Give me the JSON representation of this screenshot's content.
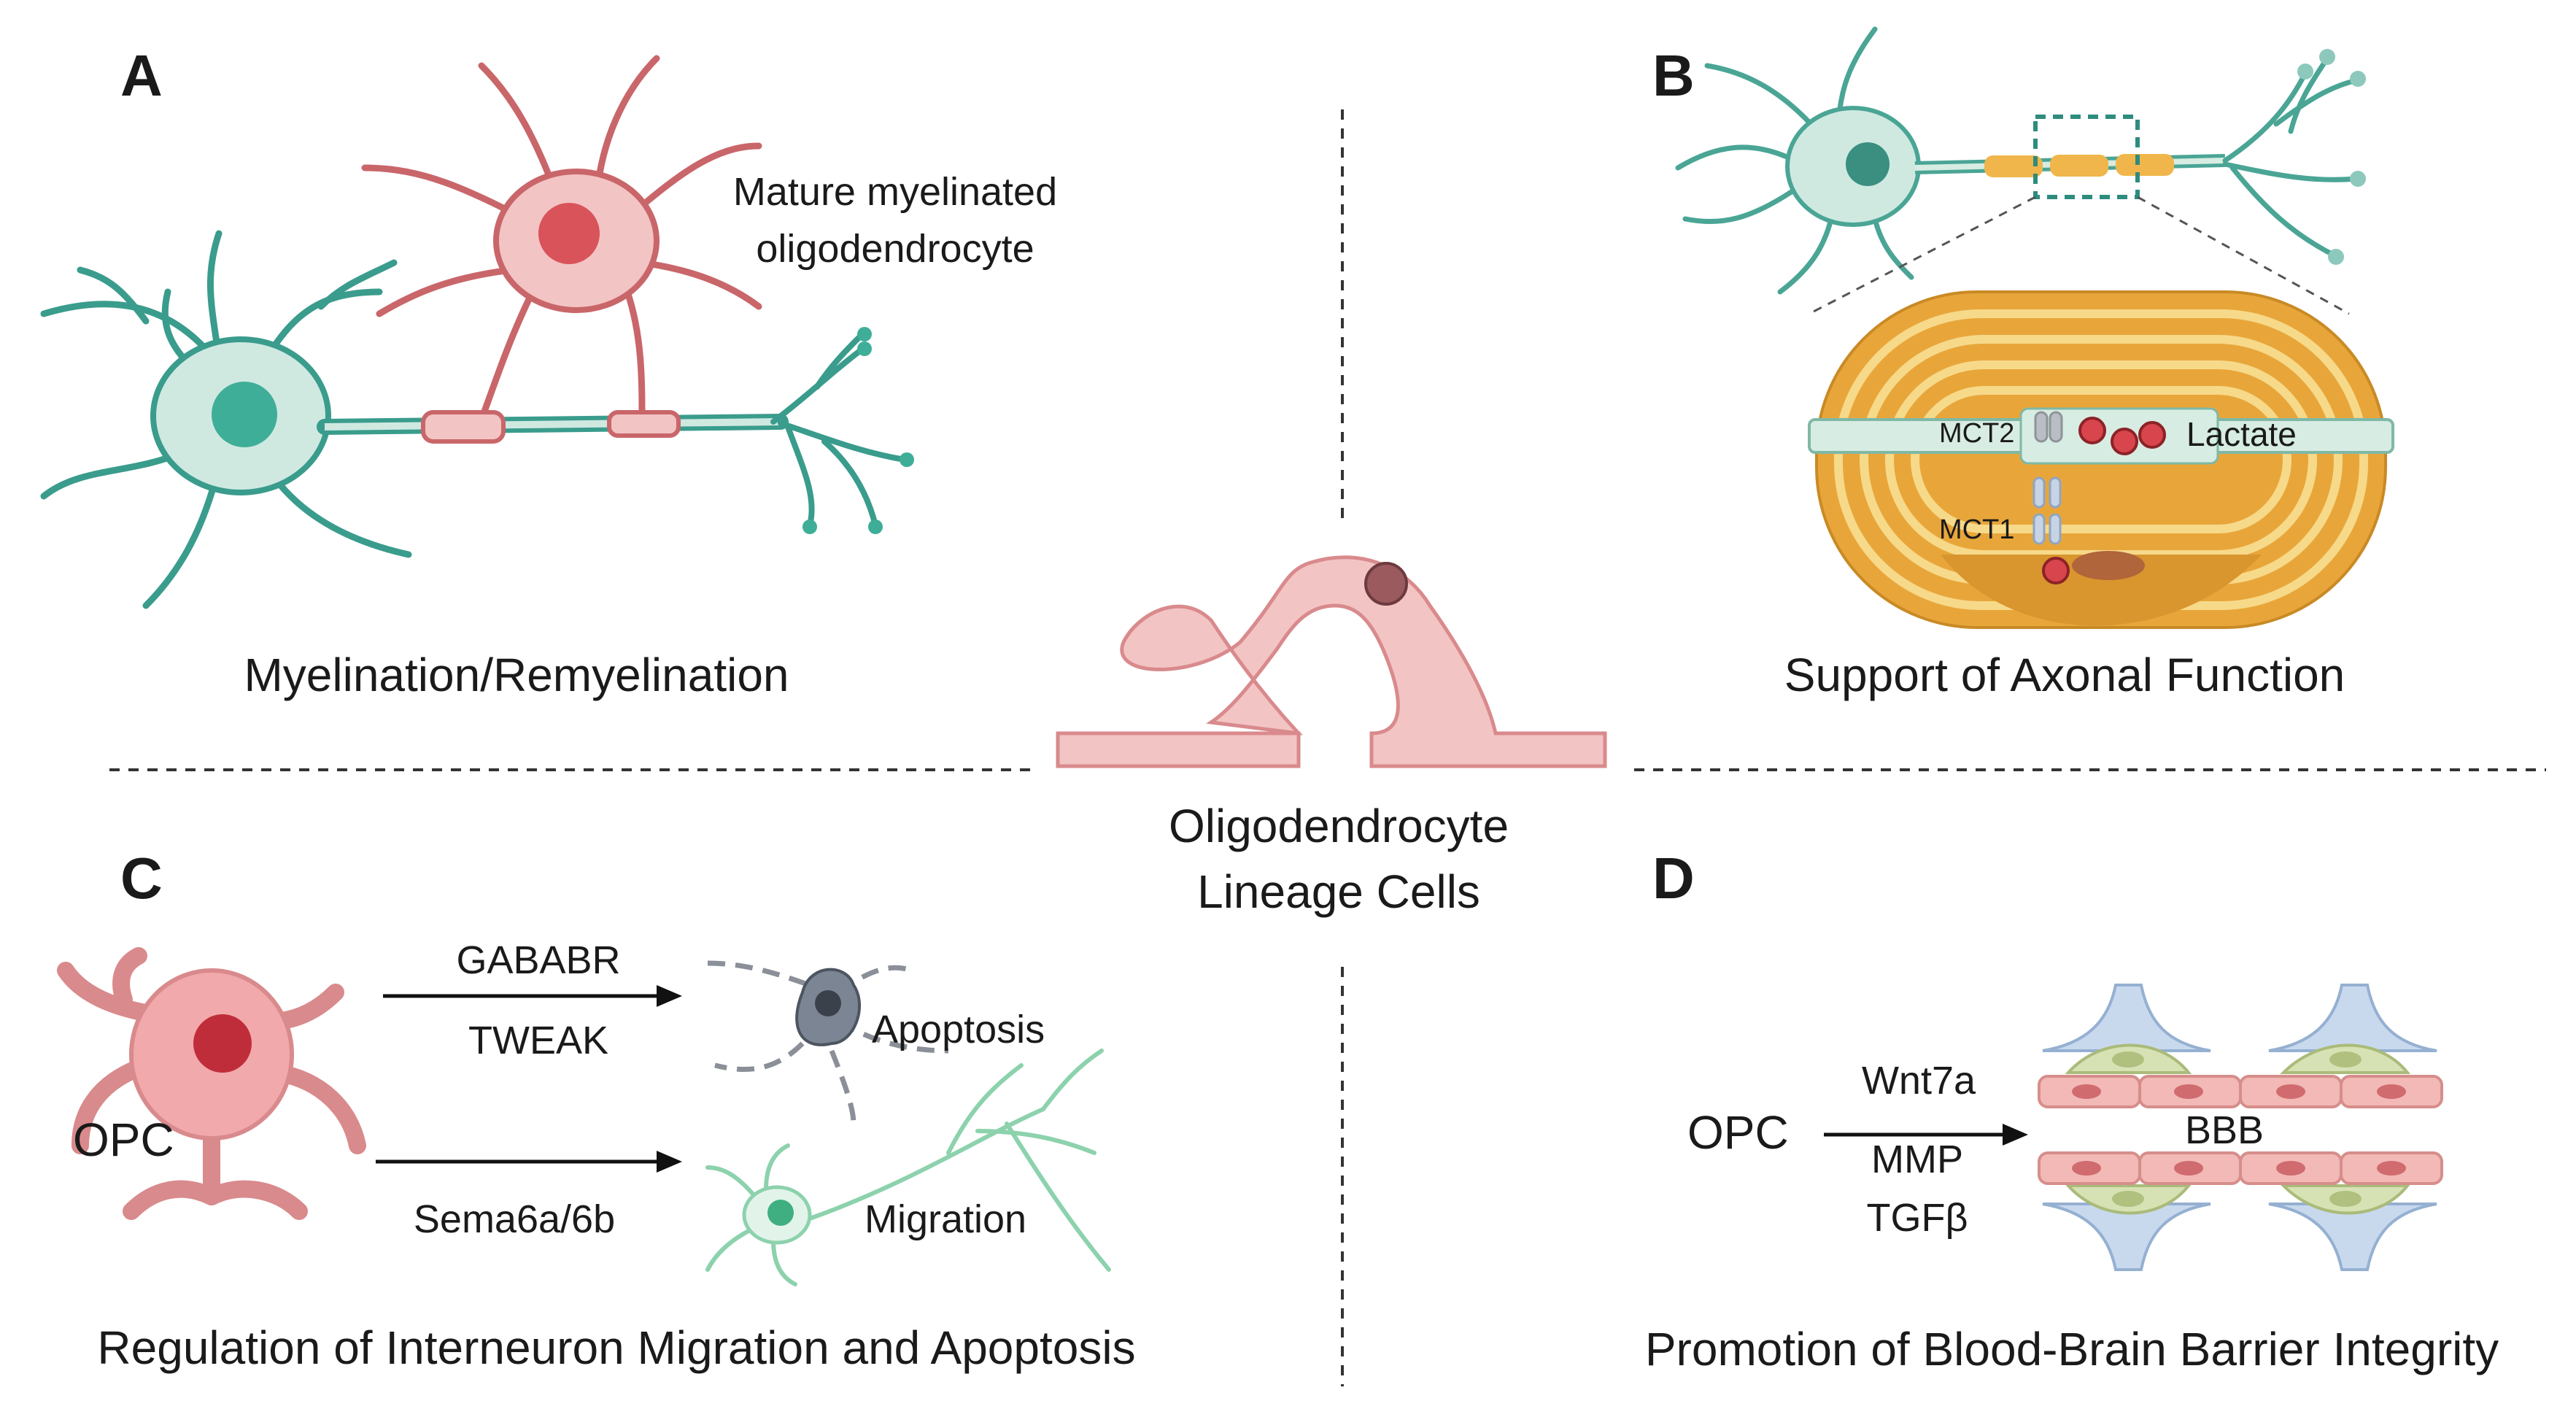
{
  "panels": {
    "a": {
      "letter": "A",
      "label_line1": "Mature myelinated",
      "label_line2": "oligodendrocyte",
      "caption": "Myelination/Remyelination"
    },
    "b": {
      "letter": "B",
      "mct2": "MCT2",
      "mct1": "MCT1",
      "lactate": "Lactate",
      "caption": "Support of Axonal Function"
    },
    "c": {
      "letter": "C",
      "opc": "OPC",
      "gababr": "GABABR",
      "tweak": "TWEAK",
      "apoptosis": "Apoptosis",
      "sema": "Sema6a/6b",
      "migration": "Migration",
      "caption": "Regulation of Interneuron Migration and Apoptosis"
    },
    "d": {
      "letter": "D",
      "opc": "OPC",
      "wnt7a": "Wnt7a",
      "mmp": "MMP",
      "tgfb": "TGFβ",
      "bbb": "BBB",
      "caption": "Promotion of Blood-Brain Barrier Integrity"
    }
  },
  "center": {
    "line1": "Oligodendrocyte",
    "line2": "Lineage Cells"
  },
  "colors": {
    "neuron_fill": "#cfe9e1",
    "neuron_stroke": "#3a9c8c",
    "nucleus_teal": "#3fae98",
    "oligo_fill": "#f3c4c4",
    "oligo_stroke": "#c9666a",
    "nucleus_red": "#d9535a",
    "myelin_orange": "#e8a63a",
    "myelin_yellow": "#f7d98a",
    "axon_green": "#d7ece2",
    "endothelial": "#f2b9b6",
    "pericyte": "#d7e2b4",
    "astro_blue": "#c8d9ee",
    "lactate_red": "#d8454c"
  }
}
